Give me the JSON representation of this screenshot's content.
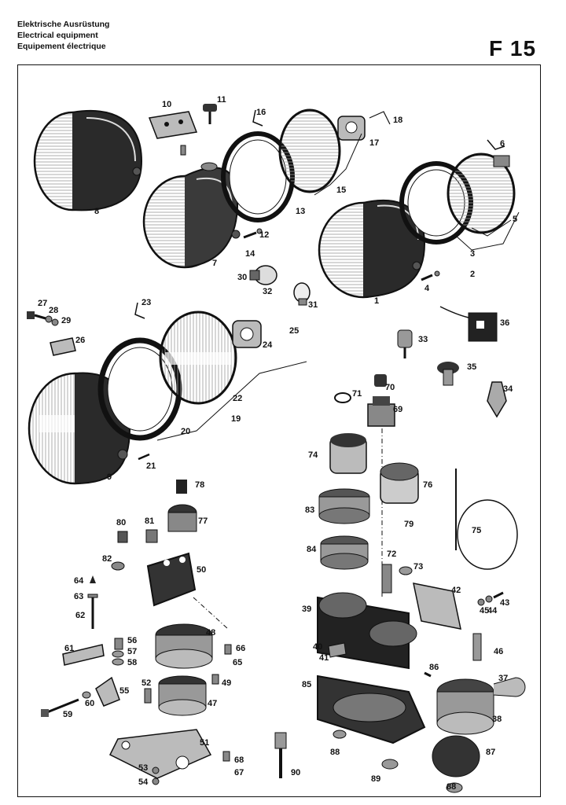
{
  "header": {
    "title_de": "Elektrische Ausrüstung",
    "title_en": "Electrical equipment",
    "title_fr": "Equipement électrique",
    "page_code": "F 15"
  },
  "diagram": {
    "type": "exploded-parts-diagram",
    "part_labels": [
      "1",
      "2",
      "3",
      "4",
      "5",
      "6",
      "7",
      "8",
      "9",
      "10",
      "11",
      "12",
      "13",
      "14",
      "15",
      "16",
      "17",
      "18",
      "19",
      "20",
      "21",
      "22",
      "23",
      "24",
      "25",
      "26",
      "27",
      "28",
      "29",
      "30",
      "31",
      "32",
      "33",
      "34",
      "35",
      "36",
      "37",
      "38",
      "39",
      "40",
      "41",
      "42",
      "43",
      "44",
      "45",
      "46",
      "47",
      "48",
      "49",
      "50",
      "51",
      "52",
      "53",
      "54",
      "55",
      "56",
      "57",
      "58",
      "59",
      "60",
      "61",
      "62",
      "63",
      "64",
      "65",
      "66",
      "67",
      "68",
      "69",
      "70",
      "71",
      "72",
      "73",
      "74",
      "75",
      "76",
      "77",
      "78",
      "79",
      "80",
      "81",
      "82",
      "83",
      "84",
      "85",
      "86",
      "87",
      "88",
      "88",
      "89",
      "90"
    ]
  }
}
